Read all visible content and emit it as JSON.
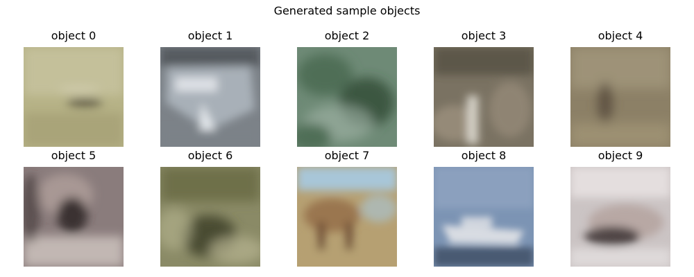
{
  "figure": {
    "title": "Generated sample objects"
  },
  "samples": [
    {
      "label": "object 0",
      "palette": {
        "bg": "#b6b286",
        "mid": "#a49e74",
        "dark": "#3e3a2c",
        "light": "#d4d0b4"
      }
    },
    {
      "label": "object 1",
      "palette": {
        "bg": "#7c8288",
        "mid": "#a8b0b8",
        "dark": "#3c4044",
        "light": "#e2e6ea"
      }
    },
    {
      "label": "object 2",
      "palette": {
        "bg": "#6e8a76",
        "mid": "#4f6e56",
        "dark": "#2f4a36",
        "light": "#a4b6a8"
      }
    },
    {
      "label": "object 3",
      "palette": {
        "bg": "#7a7262",
        "mid": "#958a78",
        "dark": "#4a4236",
        "light": "#d6d2c8"
      }
    },
    {
      "label": "object 4",
      "palette": {
        "bg": "#8c8066",
        "mid": "#9c9072",
        "dark": "#5c5040",
        "light": "#b0a68a"
      }
    },
    {
      "label": "object 5",
      "palette": {
        "bg": "#8a7c7c",
        "mid": "#a89894",
        "dark": "#3a3030",
        "light": "#cfc6c0"
      }
    },
    {
      "label": "object 6",
      "palette": {
        "bg": "#8a8a66",
        "mid": "#6e7048",
        "dark": "#4a4c32",
        "light": "#b6b490"
      }
    },
    {
      "label": "object 7",
      "palette": {
        "bg": "#b6a072",
        "mid": "#9a7650",
        "dark": "#6a4a32",
        "light": "#a8c6d8"
      }
    },
    {
      "label": "object 8",
      "palette": {
        "bg": "#7c94b4",
        "mid": "#8ea4c0",
        "dark": "#4a5a72",
        "light": "#d8dce2"
      }
    },
    {
      "label": "object 9",
      "palette": {
        "bg": "#cbc4c4",
        "mid": "#b8a8a4",
        "dark": "#3c3434",
        "light": "#e4dede"
      }
    }
  ]
}
